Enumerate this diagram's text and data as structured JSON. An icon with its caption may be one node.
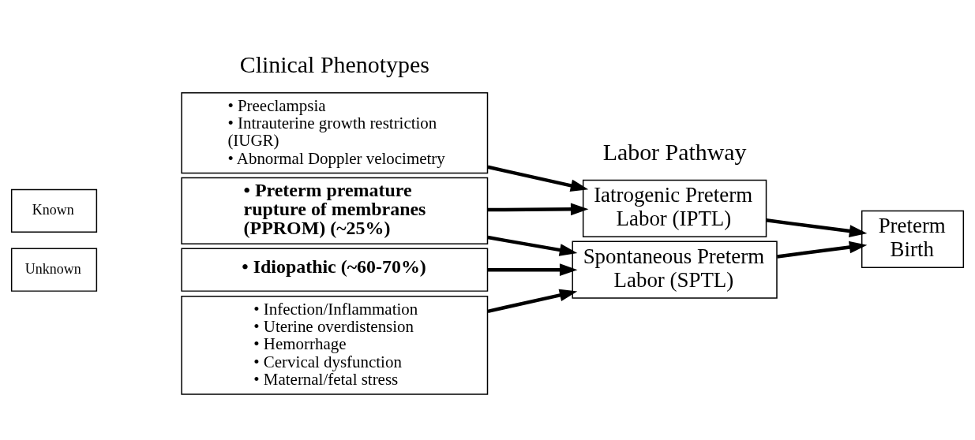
{
  "diagram": {
    "nodes": [
      {
        "text": [
          "Unknown"
        ]
      },
      {
        "text": [
          "• Idiopathic (~60-70%)"
        ]
      },
      {
        "text": [
          "Known"
        ]
      },
      {
        "text": [
          "• Infection/Inflammation",
          "• Uterine overdistension",
          "• Hemorrhage",
          "• Cervical dysfunction",
          "• Maternal/fetal stress"
        ]
      },
      {
        "text": [
          "• Preterm premature rupture of membranes (PPROM) (~25%)"
        ]
      },
      {
        "text": [
          "• Preeclampsia",
          "• Intrauterine growth restriction (IUGR)",
          "• Abnormal Doppler velocimetry"
        ]
      },
      {
        "text": [
          "Spontaneous Preterm Labor (SPTL)"
        ]
      },
      {
        "text": [
          "Iatrogenic Preterm Labor (IPTL)"
        ]
      },
      {
        "text": [
          "Preterm Birth"
        ]
      }
    ],
    "edges": [
      {
        "from": 1,
        "to": 6,
        "arrow": "to"
      },
      {
        "from": 3,
        "to": 6,
        "arrow": "to"
      },
      {
        "from": 4,
        "to": 6,
        "arrow": "to"
      },
      {
        "from": 4,
        "to": 7,
        "arrow": "to"
      },
      {
        "from": 5,
        "to": 7,
        "arrow": "to"
      },
      {
        "from": 6,
        "to": 8,
        "arrow": "to"
      },
      {
        "from": 7,
        "to": 8,
        "arrow": "to"
      }
    ],
    "labels": [
      "Clinical Phenotypes",
      "Labor Pathway"
    ]
  }
}
